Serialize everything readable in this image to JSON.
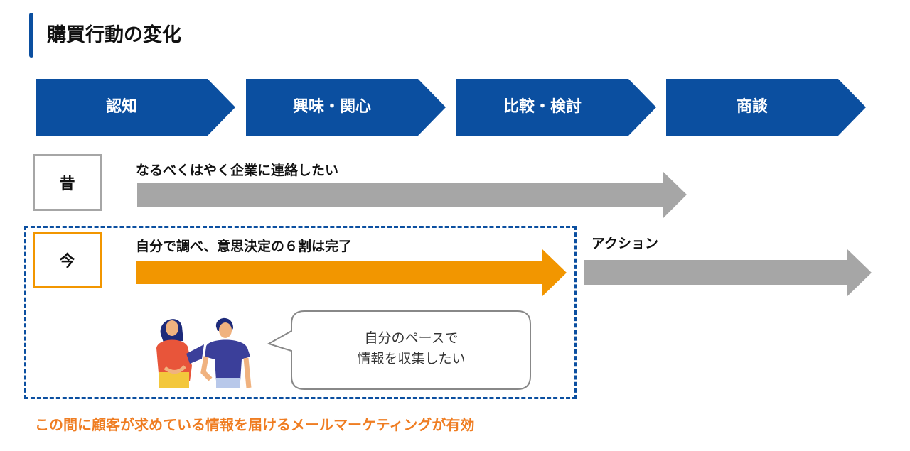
{
  "title": "購買行動の変化",
  "stages": [
    "認知",
    "興味・関心",
    "比較・検討",
    "商談"
  ],
  "past": {
    "label": "昔",
    "text": "なるべくはやく企業に連絡したい"
  },
  "now": {
    "label": "今",
    "text": "自分で調べ、意思決定の６割は完了"
  },
  "action": "アクション",
  "bubble": {
    "line1": "自分のペースで",
    "line2": "情報を収集したい"
  },
  "footer": "この間に顧客が求めている情報を届けるメールマーケティングが有効",
  "colors": {
    "blue": "#0b4fa0",
    "orange": "#f29600",
    "gray": "#a6a6a6",
    "footer": "#ef7d22"
  }
}
